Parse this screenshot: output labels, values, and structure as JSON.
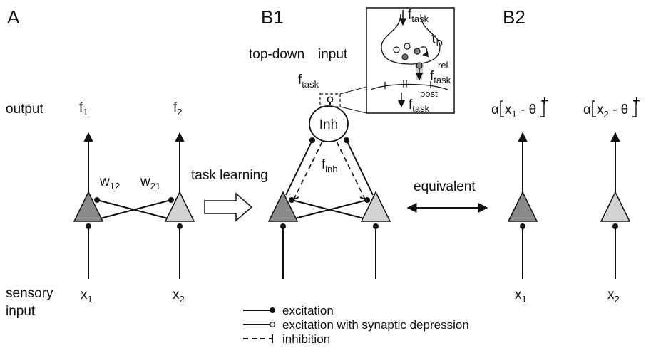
{
  "panels": {
    "a": "A",
    "b1": "B1",
    "b2": "B2"
  },
  "row_labels": {
    "output": "output",
    "sensory_1": "sensory",
    "sensory_2": "input"
  },
  "panel_a": {
    "f1": {
      "base": "f",
      "sub": "1"
    },
    "f2": {
      "base": "f",
      "sub": "2"
    },
    "w12": {
      "base": "w",
      "sub": "12"
    },
    "w21": {
      "base": "w",
      "sub": "21"
    },
    "x1": {
      "base": "x",
      "sub": "1"
    },
    "x2": {
      "base": "x",
      "sub": "2"
    }
  },
  "arrow_task_learning": "task learning",
  "panel_b1": {
    "top_down_1": "top-down",
    "top_down_2": "input",
    "f_task": {
      "base": "f",
      "sub": "task"
    },
    "inh": "Inh",
    "f_inh": {
      "base": "f",
      "sub": "inh"
    }
  },
  "inset": {
    "f_task": {
      "base": "f",
      "sub": "task"
    },
    "tau": {
      "base": "τ",
      "sub": "D"
    },
    "f_rel": {
      "base": "f",
      "sup": "rel",
      "sub": "task"
    },
    "f_post": {
      "base": "f",
      "sup": "post",
      "sub": "task"
    }
  },
  "equivalent": "equivalent",
  "panel_b2": {
    "out1": {
      "pre": "α",
      "x": "x",
      "sub": "1",
      "rest": " - θ",
      "sup": "+"
    },
    "out2": {
      "pre": "α",
      "x": "x",
      "sub": "2",
      "rest": " - θ",
      "sup": "+"
    },
    "x1": {
      "base": "x",
      "sub": "1"
    },
    "x2": {
      "base": "x",
      "sub": "2"
    }
  },
  "legend": {
    "excitation": "excitation",
    "depression": "excitation with synaptic depression",
    "inhibition": "inhibition"
  },
  "colors": {
    "neuron_dark": "#8a8a8a",
    "neuron_light": "#d2d2d2",
    "line": "#111111"
  }
}
